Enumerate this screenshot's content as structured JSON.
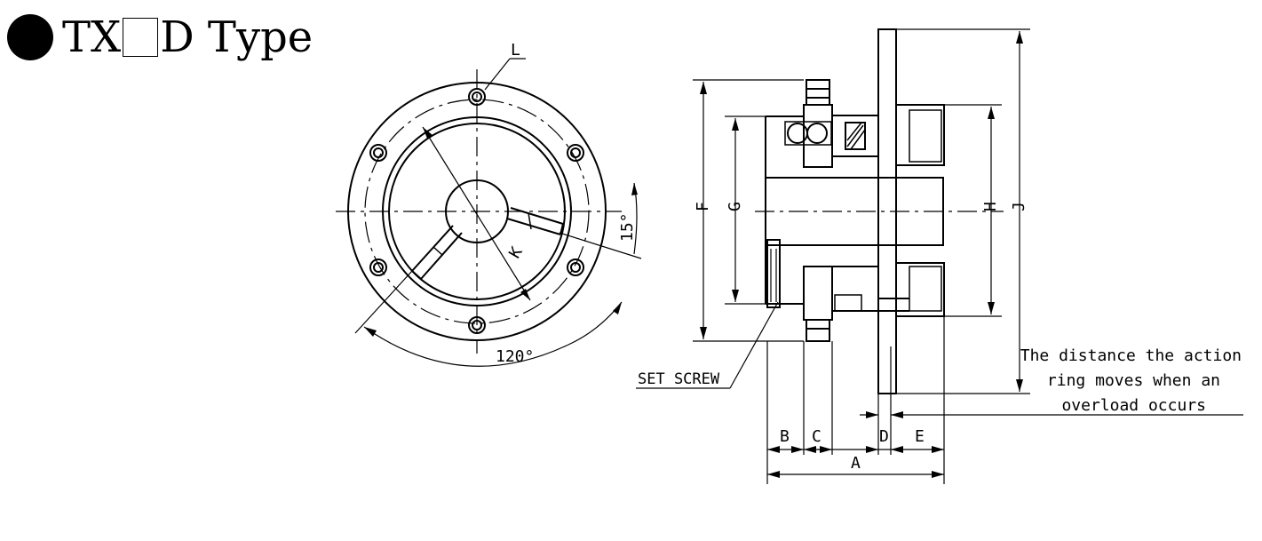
{
  "title": {
    "prefix": "TX",
    "suffix": "D Type"
  },
  "labels": {
    "L": "L",
    "K": "K",
    "angle15": "15°",
    "angle120": "120°",
    "F": "F",
    "G": "G",
    "H": "H",
    "J": "J",
    "A": "A",
    "B": "B",
    "C": "C",
    "D": "D",
    "E": "E",
    "set_screw": "SET SCREW",
    "note_line1": "The distance the action",
    "note_line2": "ring moves when an",
    "note_line3": "overload occurs"
  }
}
